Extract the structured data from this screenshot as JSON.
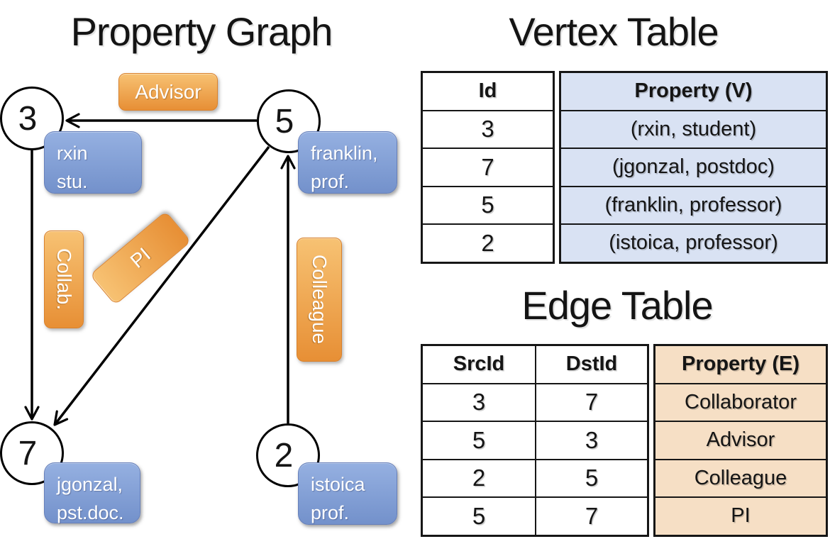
{
  "graph": {
    "title": "Property Graph",
    "nodes": [
      {
        "id": "3",
        "line1": "rxin",
        "line2": "stu."
      },
      {
        "id": "5",
        "line1": "franklin,",
        "line2": "prof."
      },
      {
        "id": "7",
        "line1": "jgonzal,",
        "line2": "pst.doc."
      },
      {
        "id": "2",
        "line1": "istoica",
        "line2": "prof."
      }
    ],
    "edge_labels": {
      "advisor": "Advisor",
      "collab": "Collab.",
      "pi": "PI",
      "colleague": "Colleague"
    }
  },
  "vertex_table": {
    "title": "Vertex Table",
    "columns": {
      "id": "Id",
      "property": "Property (V)"
    },
    "rows": [
      {
        "id": "3",
        "property": "(rxin, student)"
      },
      {
        "id": "7",
        "property": "(jgonzal, postdoc)"
      },
      {
        "id": "5",
        "property": "(franklin, professor)"
      },
      {
        "id": "2",
        "property": "(istoica, professor)"
      }
    ]
  },
  "edge_table": {
    "title": "Edge Table",
    "columns": {
      "src": "SrcId",
      "dst": "DstId",
      "property": "Property (E)"
    },
    "rows": [
      {
        "src": "3",
        "dst": "7",
        "property": "Collaborator"
      },
      {
        "src": "5",
        "dst": "3",
        "property": "Advisor"
      },
      {
        "src": "2",
        "dst": "5",
        "property": "Colleague"
      },
      {
        "src": "5",
        "dst": "7",
        "property": "PI"
      }
    ]
  },
  "colors": {
    "edge_label_orange": "#EE9A3E",
    "vertex_label_blue": "#7B97CF",
    "vertex_property_bg": "#D9E2F3",
    "edge_property_bg": "#F6DFC5",
    "line_black": "#000000"
  }
}
